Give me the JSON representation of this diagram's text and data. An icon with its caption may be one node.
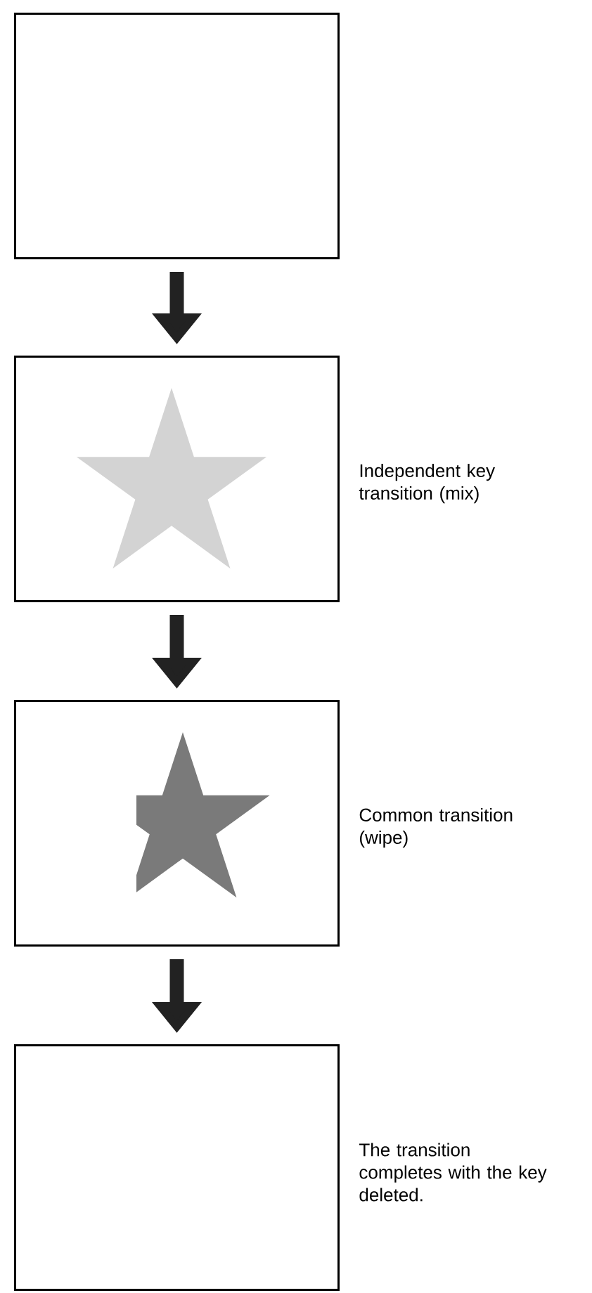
{
  "diagram": {
    "nodes": [
      {
        "text": [],
        "shape": "box"
      },
      {
        "text": [],
        "shape": "box",
        "beside": [
          "Independent key transition (mix)"
        ]
      },
      {
        "text": [],
        "shape": "box",
        "beside": [
          "Common transition (wipe)"
        ]
      },
      {
        "text": [],
        "shape": "box",
        "beside": [
          "The transition completes with the key deleted."
        ]
      }
    ],
    "edges": [
      {
        "from": 0,
        "to": 1,
        "arrow": "to"
      },
      {
        "from": 1,
        "to": 2,
        "arrow": "to"
      },
      {
        "from": 2,
        "to": 3,
        "arrow": "to"
      }
    ]
  }
}
